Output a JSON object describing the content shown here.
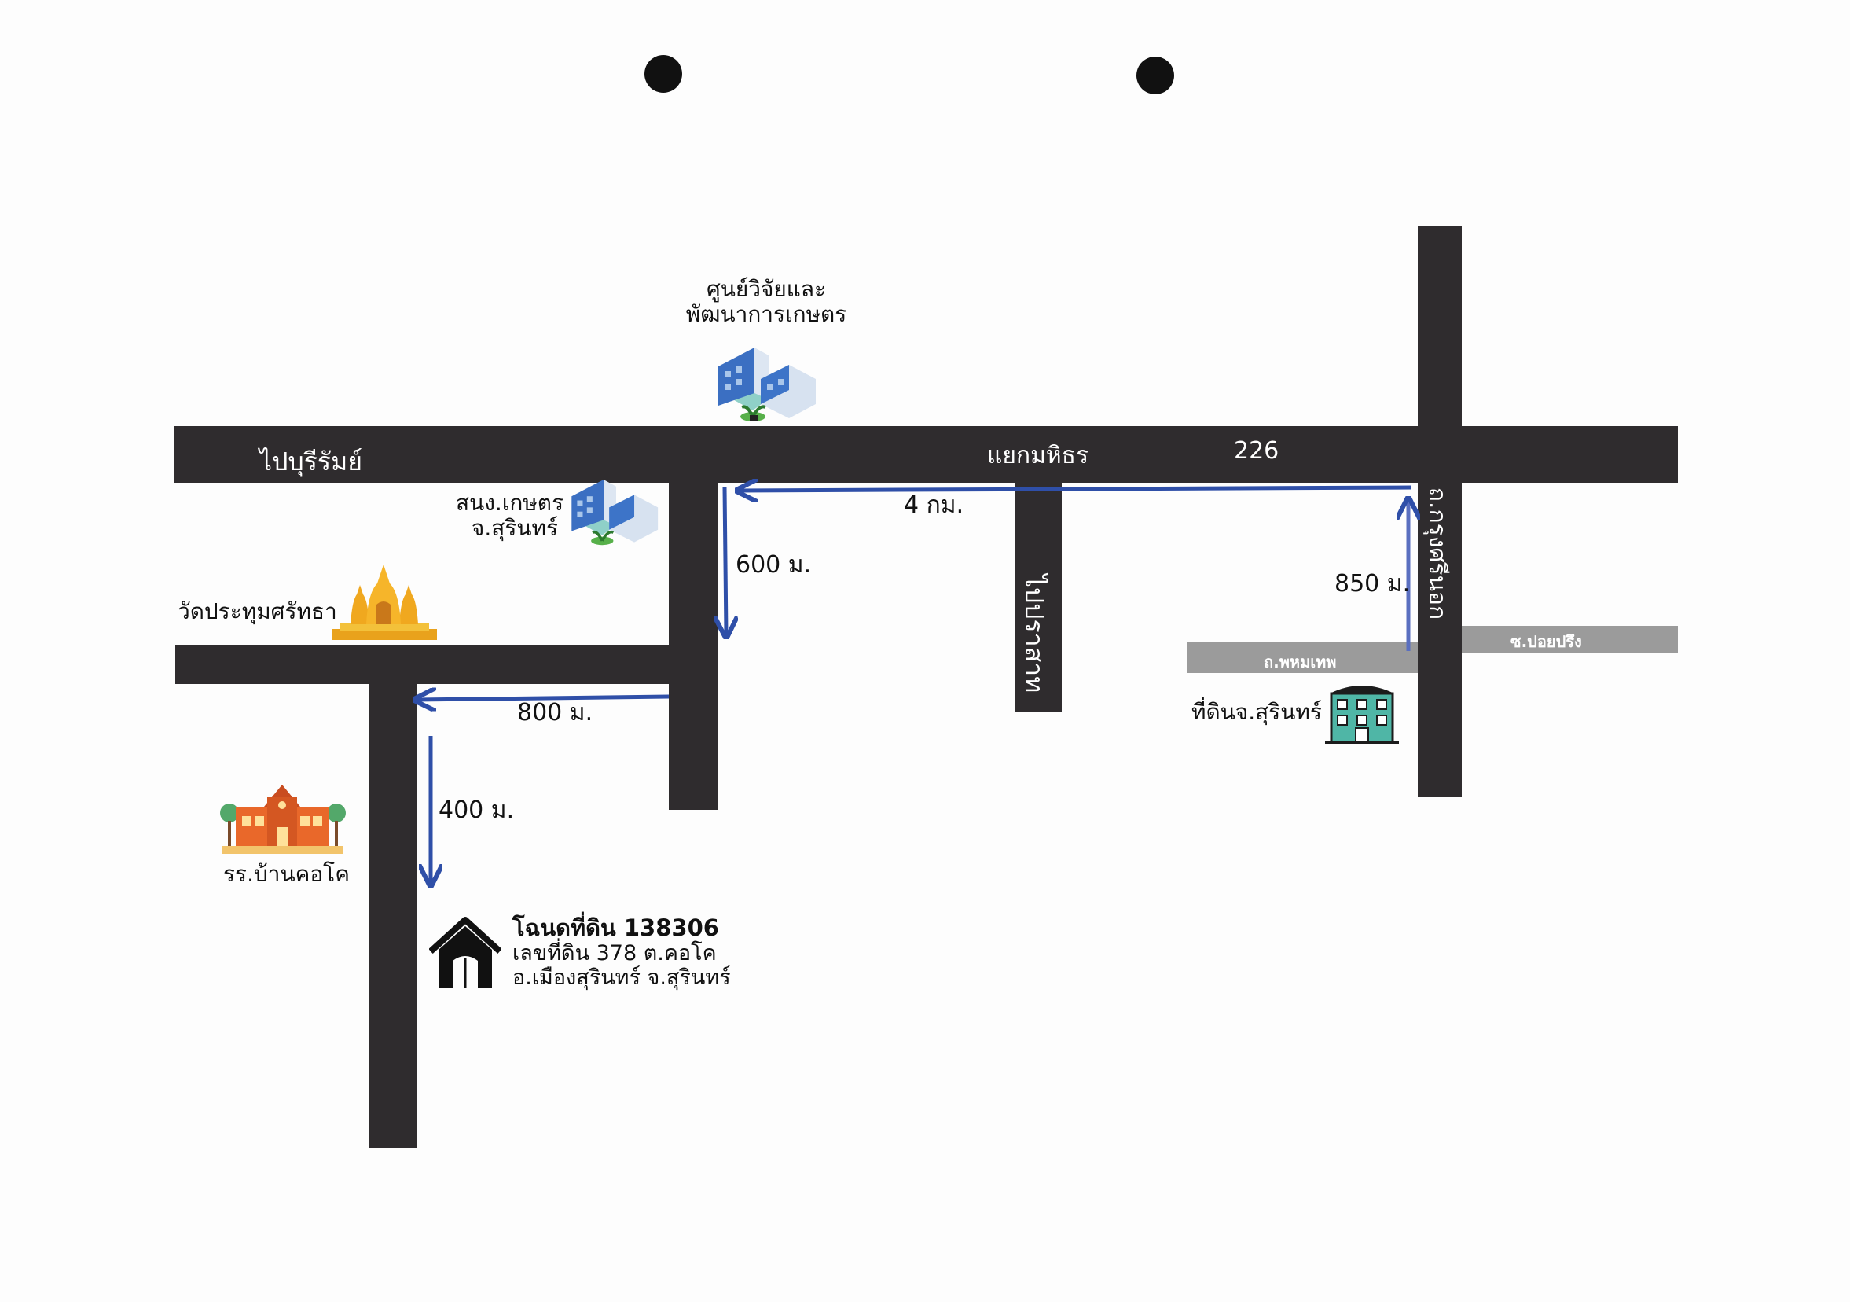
{
  "roads": {
    "main_west": "ไปบุรีรัมย์",
    "junction": "แยกมหิธร",
    "highway_no": "226",
    "to_prasat": "ไปปราสาท",
    "krung_road": "ถ.กรุงศรีนอก",
    "phrom_road": "ถ.พหมเทพ",
    "poy_soi": "ซ.ปอยปรึง"
  },
  "landmarks": {
    "research_center_line1": "ศูนย์วิจัยและ",
    "research_center_line2": "พัฒนาการเกษตร",
    "agri_office_line1": "สนง.เกษตร",
    "agri_office_line2": "จ.สุรินทร์",
    "temple": "วัดประทุมศรัทธา",
    "school": "รร.บ้านคอโค",
    "land_office": "ที่ดินจ.สุรินทร์"
  },
  "distances": {
    "d_4km": "4 กม.",
    "d_850": "850 ม.",
    "d_600": "600 ม.",
    "d_800": "800 ม.",
    "d_400": "400 ม."
  },
  "destination": {
    "title": "โฉนดที่ดิน 138306",
    "line2": "เลขที่ดิน 378 ต.คอโค",
    "line3": "อ.เมืองสุรินทร์ จ.สุรินทร์"
  },
  "colors": {
    "road": "#2f2c2e",
    "minor_road": "#9b9b9b",
    "route_arrow": "#2f4fa8"
  },
  "icons": [
    "building-icon",
    "temple-icon",
    "school-icon",
    "house-icon",
    "land-office-icon"
  ]
}
